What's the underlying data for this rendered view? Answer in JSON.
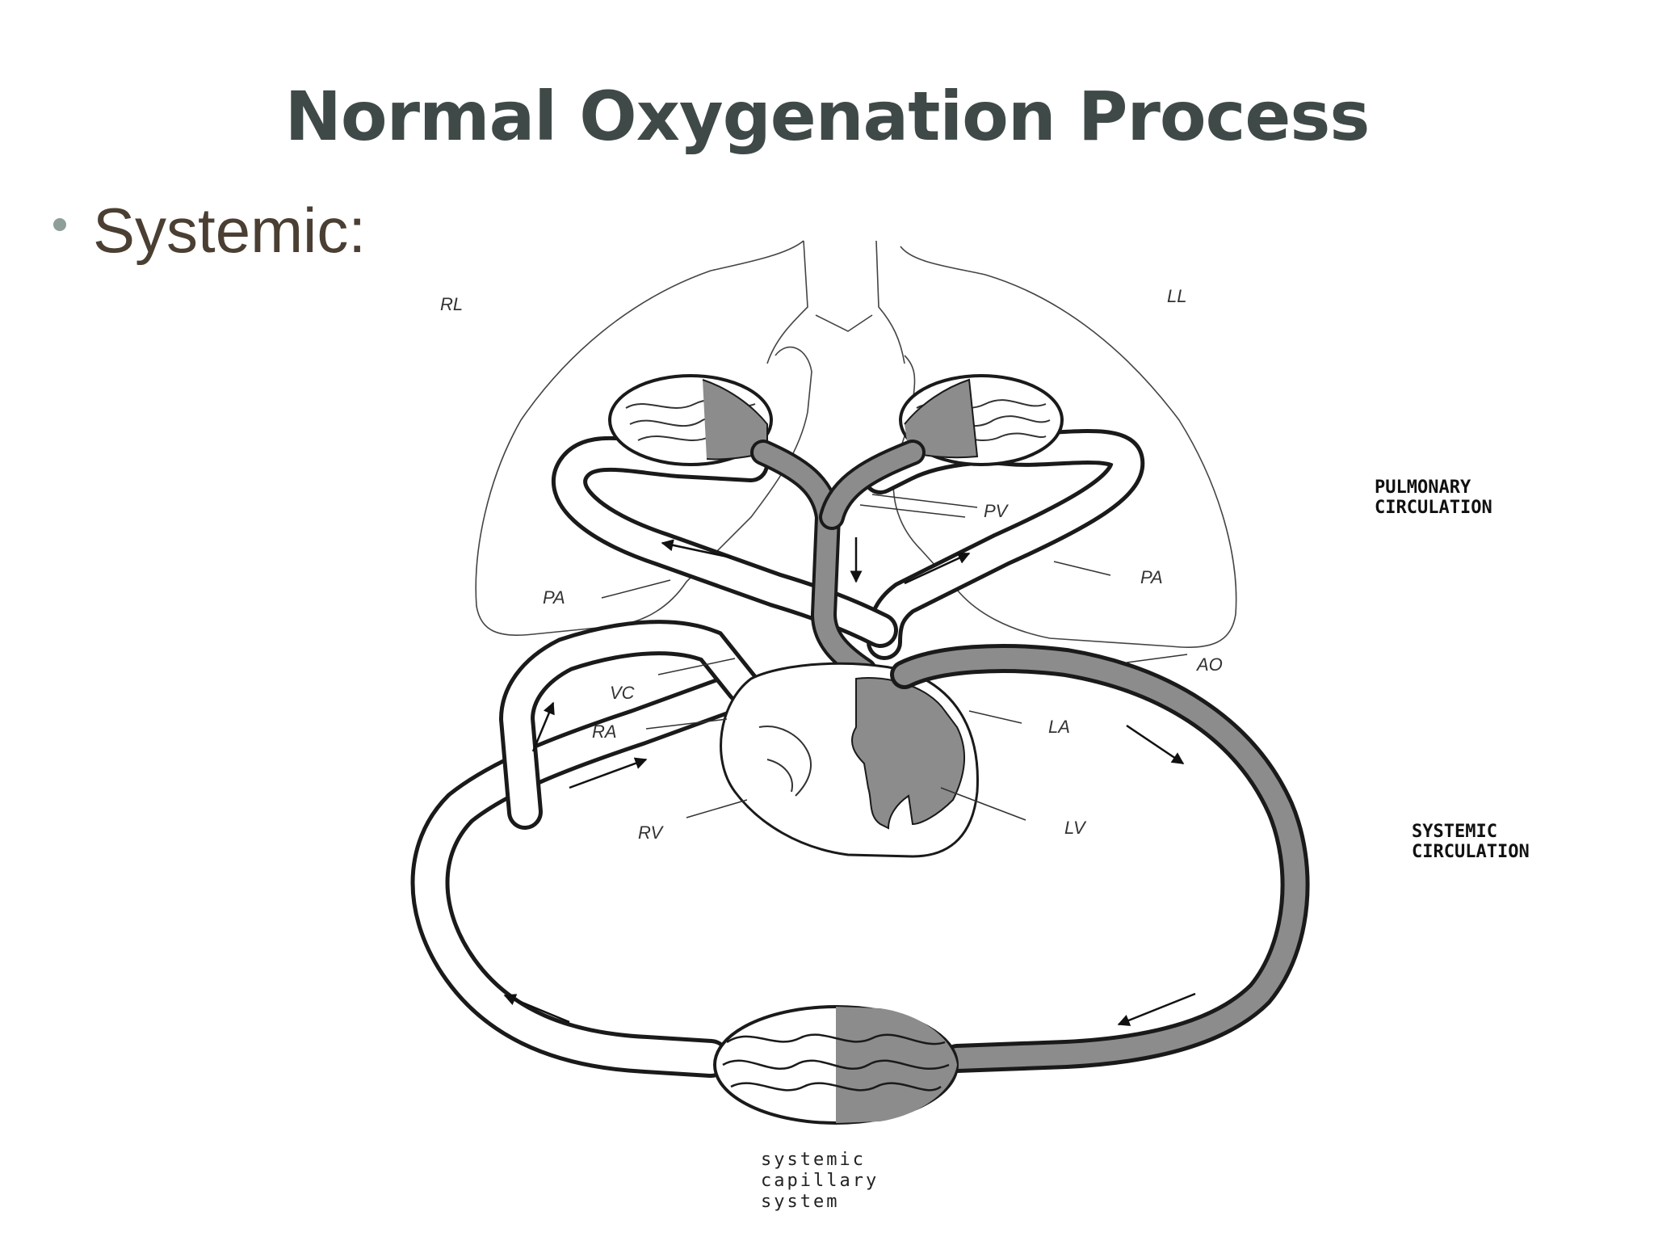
{
  "slide": {
    "title": "Normal Oxygenation Process",
    "bullet": "Systemic:"
  },
  "diagram": {
    "labels": {
      "rl": "RL",
      "ll": "LL",
      "pv": "PV",
      "pa_right": "PA",
      "pa_left": "PA",
      "ao": "AO",
      "vc": "VC",
      "ra": "RA",
      "la": "LA",
      "rv": "RV",
      "lv": "LV",
      "pulmonary_1": "PULMONARY",
      "pulmonary_2": "CIRCULATION",
      "systemic_1": "SYSTEMIC",
      "systemic_2": "CIRCULATION",
      "capillary_1": "systemic",
      "capillary_2": "capillary",
      "capillary_3": "system"
    },
    "colors": {
      "oxygenated": "#8c8c8c",
      "deoxygenated": "#ffffff",
      "outline": "#1a1a1a"
    }
  }
}
